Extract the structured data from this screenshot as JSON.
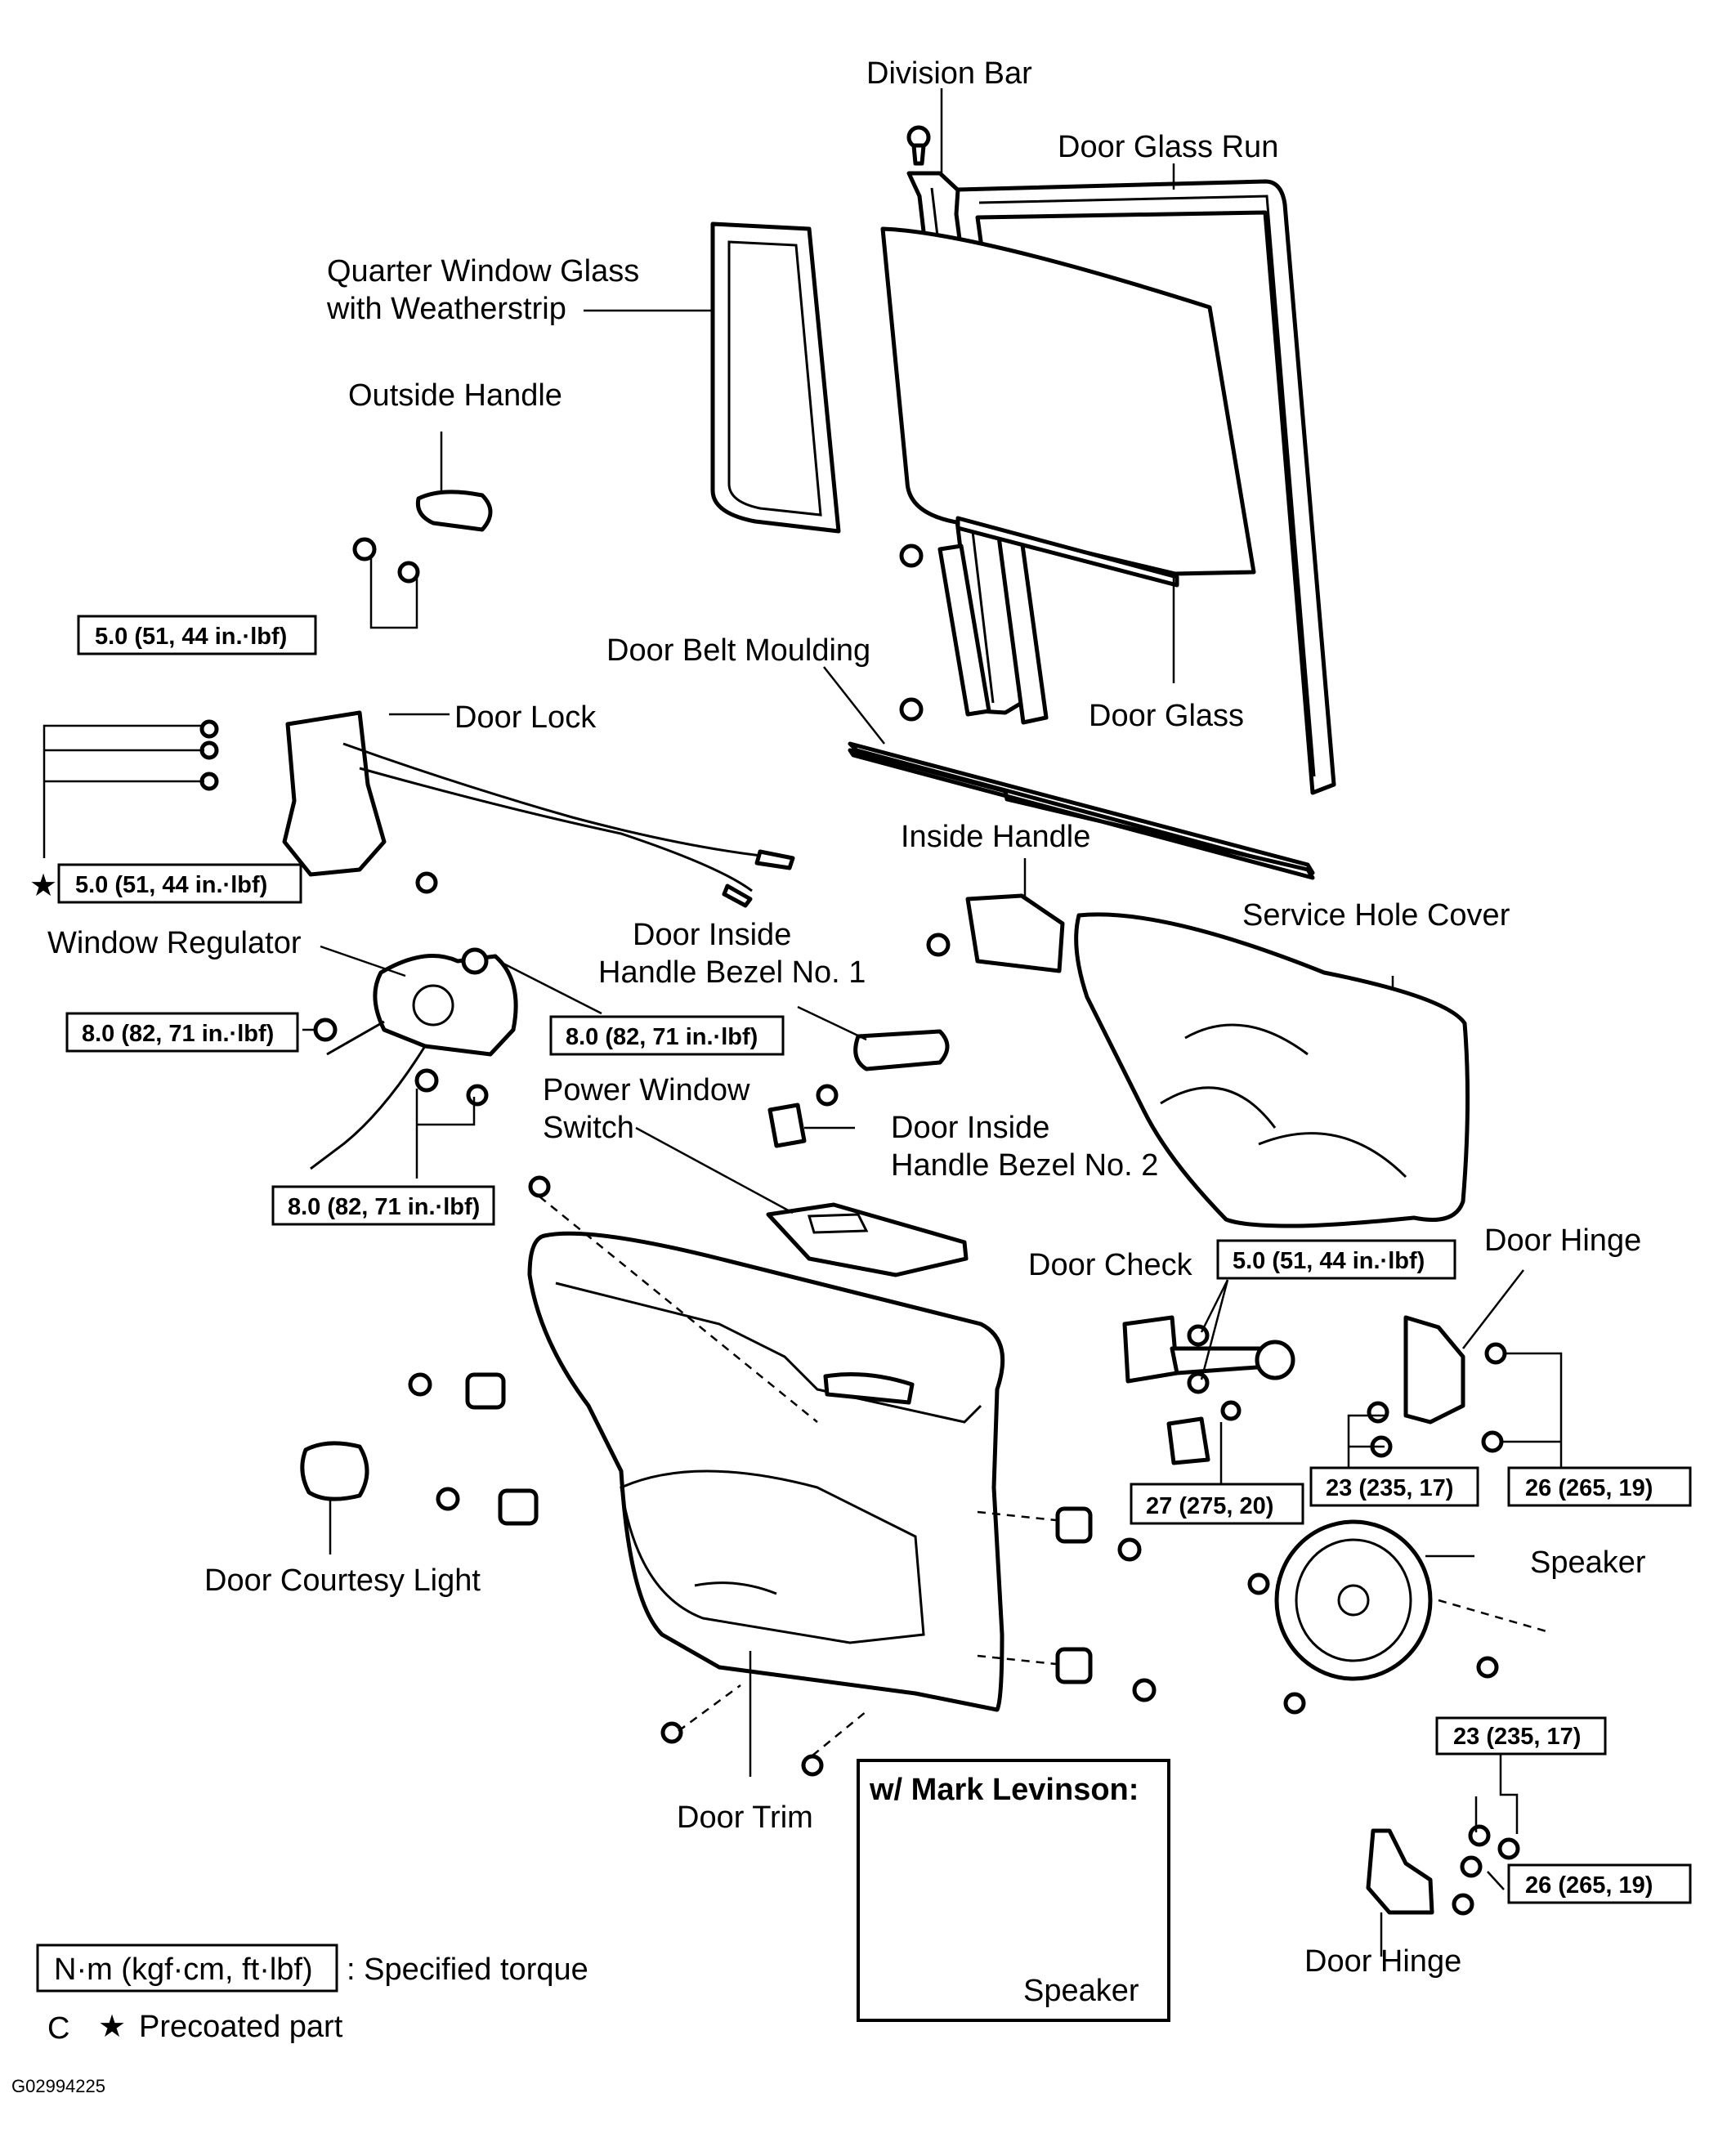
{
  "labels": {
    "division_bar": "Division Bar",
    "door_glass_run": "Door Glass Run",
    "quarter_window_line1": "Quarter Window Glass",
    "quarter_window_line2": "with Weatherstrip",
    "outside_handle": "Outside Handle",
    "door_lock": "Door Lock",
    "door_belt_moulding": "Door Belt Moulding",
    "door_glass": "Door Glass",
    "inside_handle": "Inside Handle",
    "service_hole_cover": "Service Hole Cover",
    "window_regulator": "Window Regulator",
    "bezel1_line1": "Door Inside",
    "bezel1_line2": "Handle Bezel No. 1",
    "power_window_line1": "Power Window",
    "power_window_line2": "Switch",
    "bezel2_line1": "Door Inside",
    "bezel2_line2": "Handle Bezel No. 2",
    "door_check": "Door Check",
    "door_hinge_upper": "Door Hinge",
    "speaker": "Speaker",
    "door_courtesy_light": "Door Courtesy Light",
    "door_trim": "Door Trim",
    "mark_levinson_title": "w/ Mark Levinson:",
    "mark_levinson_speaker": "Speaker",
    "door_hinge_lower": "Door Hinge"
  },
  "torques": {
    "outside_handle": "5.0 (51, 44 in.·lbf)",
    "door_lock": "5.0 (51, 44 in.·lbf)",
    "regulator_left": "8.0 (82, 71 in.·lbf)",
    "regulator_right": "8.0 (82, 71 in.·lbf)",
    "regulator_bottom": "8.0 (82, 71 in.·lbf)",
    "door_check_top": "5.0 (51, 44 in.·lbf)",
    "door_check_bottom": "27 (275, 20)",
    "hinge_upper_left": "23 (235, 17)",
    "hinge_upper_right": "26 (265, 19)",
    "hinge_lower_top": "23 (235, 17)",
    "hinge_lower_right": "26 (265, 19)"
  },
  "legend": {
    "torque_unit": "N·m (kgf·cm, ft·lbf)",
    "torque_desc": ": Specified torque",
    "precoated_mark": "★",
    "precoated_desc": "Precoated part",
    "corner_letter": "C",
    "figure_id": "G02994225"
  }
}
